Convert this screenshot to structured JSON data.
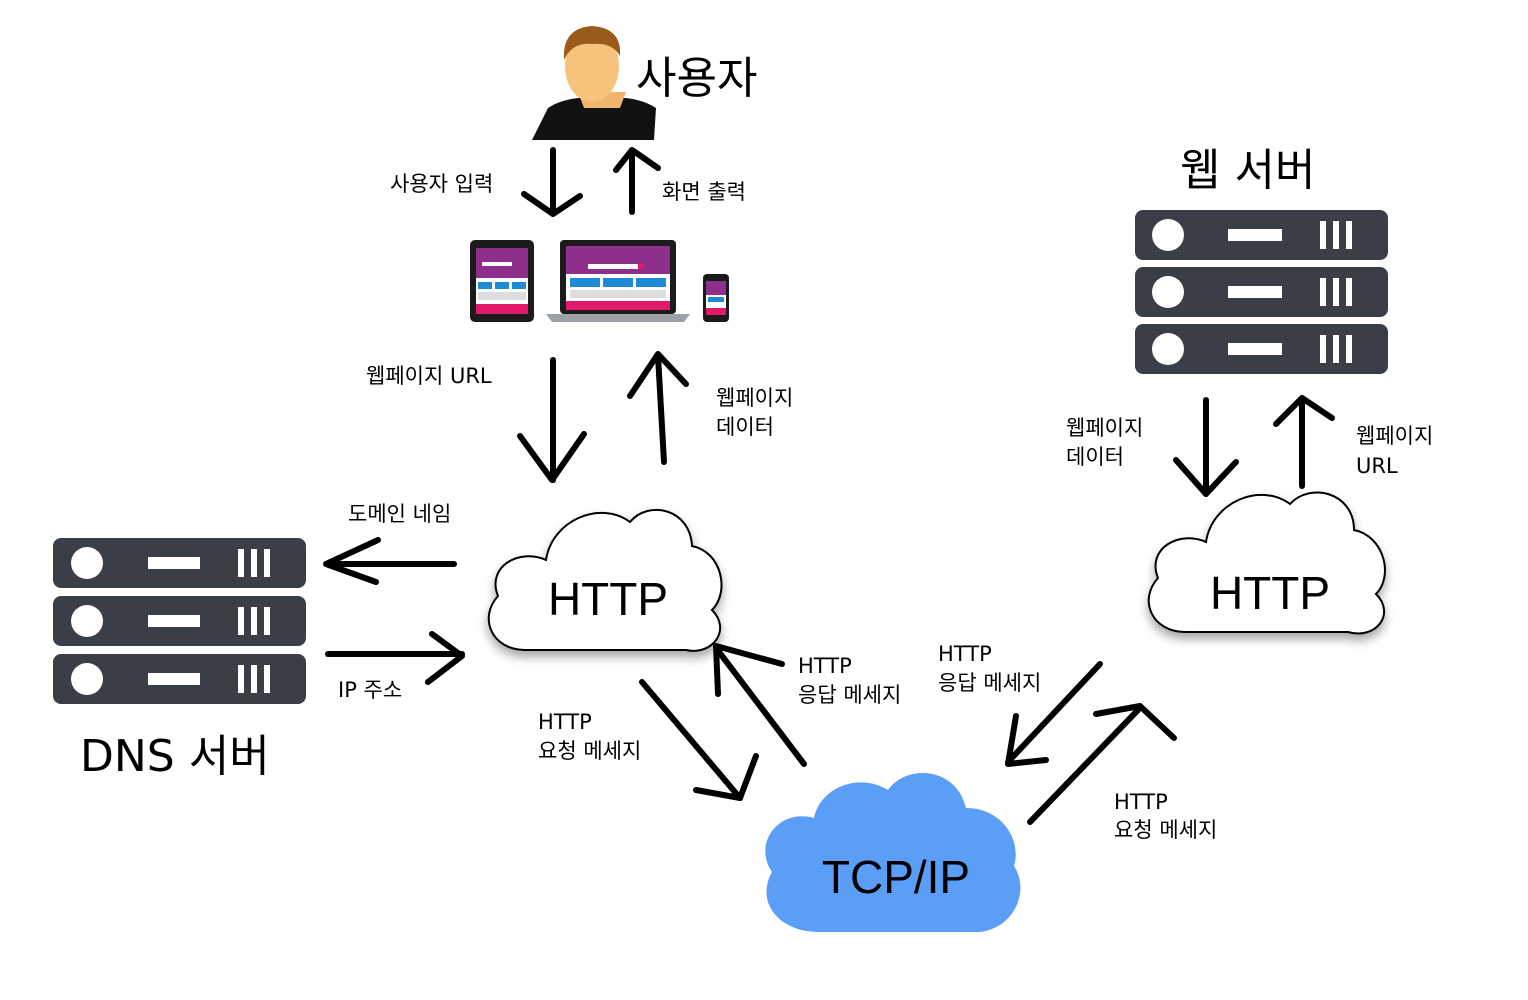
{
  "nodes": {
    "user": "사용자",
    "web_server": "웹 서버",
    "dns_server": "DNS 서버",
    "http_left": "HTTP",
    "http_right": "HTTP",
    "tcpip": "TCP/IP"
  },
  "edges": {
    "user_input": "사용자 입력",
    "screen_output": "화면 출력",
    "webpage_url_left": "웹페이지 URL",
    "webpage_data_left_1": "웹페이지",
    "webpage_data_left_2": "데이터",
    "domain_name": "도메인 네임",
    "ip_address": "IP 주소",
    "http_response_left_1": "HTTP",
    "http_response_left_2": "응답 메세지",
    "http_request_left_1": "HTTP",
    "http_request_left_2": "요청 메세지",
    "http_response_right_1": "HTTP",
    "http_response_right_2": "응답 메세지",
    "http_request_right_1": "HTTP",
    "http_request_right_2": "요청 메세지",
    "webpage_data_right_1": "웹페이지",
    "webpage_data_right_2": "데이터",
    "webpage_url_right_1": "웹페이지",
    "webpage_url_right_2": "URL"
  },
  "colors": {
    "server": "#3a3f47",
    "tcpip_cloud": "#5b9ef7",
    "device_purple": "#8e2f8c",
    "device_pink": "#e2196b",
    "device_blue": "#1e8bd8",
    "person_skin": "#f7c27c",
    "person_hair": "#9a5a1a"
  }
}
